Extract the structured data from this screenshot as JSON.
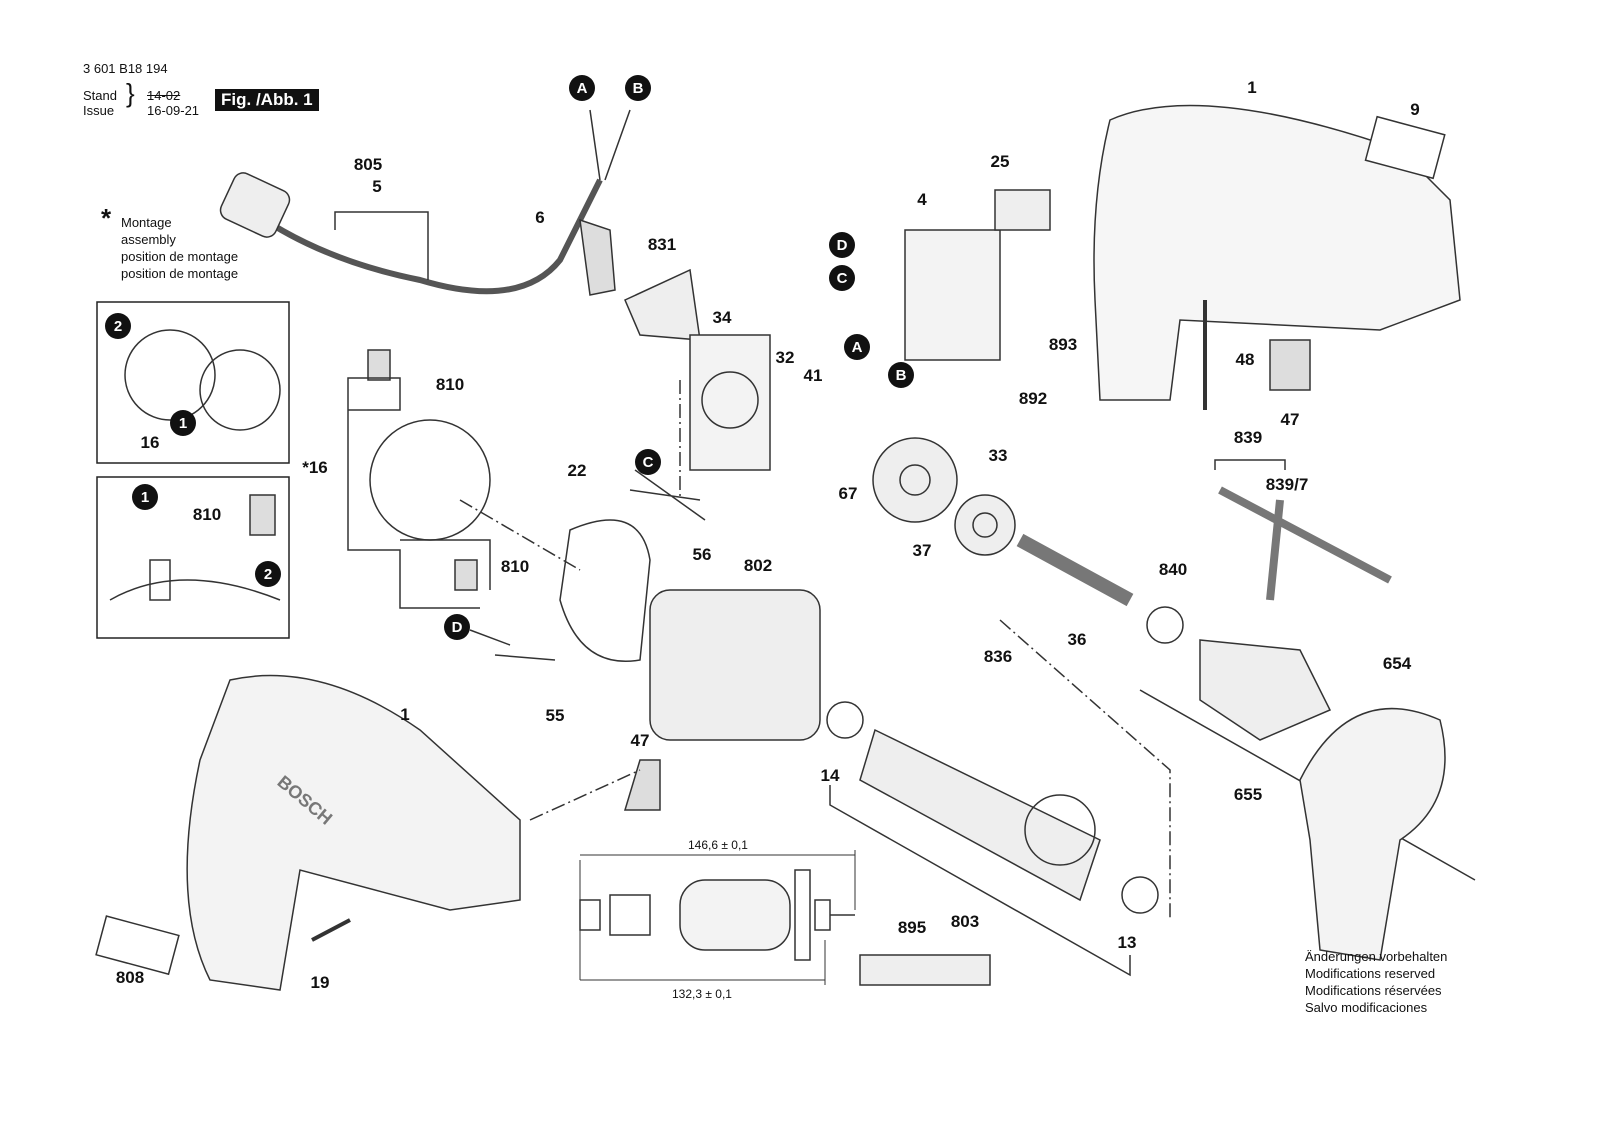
{
  "header": {
    "part_number": "3 601 B18 194",
    "stand_label": "Stand",
    "issue_label": "Issue",
    "stand_value": "14-02",
    "issue_value": "16-09-21",
    "figure": "Fig. /Abb. 1"
  },
  "legend": {
    "star": "*",
    "lines": [
      "Montage",
      "assembly",
      "position de montage",
      "position de montage"
    ]
  },
  "footnote": [
    "Änderungen vorbehalten",
    "Modifications reserved",
    "Modifications réservées",
    "Salvo modificaciones"
  ],
  "dimensions": {
    "total": "146,6 ± 0,1",
    "inner": "132,3 ± 0,1"
  },
  "part_labels": [
    "1",
    "9",
    "25",
    "4",
    "831",
    "34",
    "32",
    "41",
    "893",
    "48",
    "892",
    "47",
    "839",
    "839/7",
    "33",
    "67",
    "37",
    "22",
    "56",
    "802",
    "840",
    "810",
    "16",
    "*16",
    "810",
    "810",
    "836",
    "36",
    "654",
    "655",
    "55",
    "47",
    "1",
    "14",
    "803",
    "13",
    "895",
    "808",
    "19",
    "805",
    "5",
    "6"
  ],
  "connector_labels": [
    "A",
    "B",
    "D",
    "C",
    "A",
    "B",
    "C",
    "D"
  ],
  "step_labels": [
    "2",
    "1",
    "1",
    "2"
  ],
  "brand_on_housing": "BOSCH"
}
